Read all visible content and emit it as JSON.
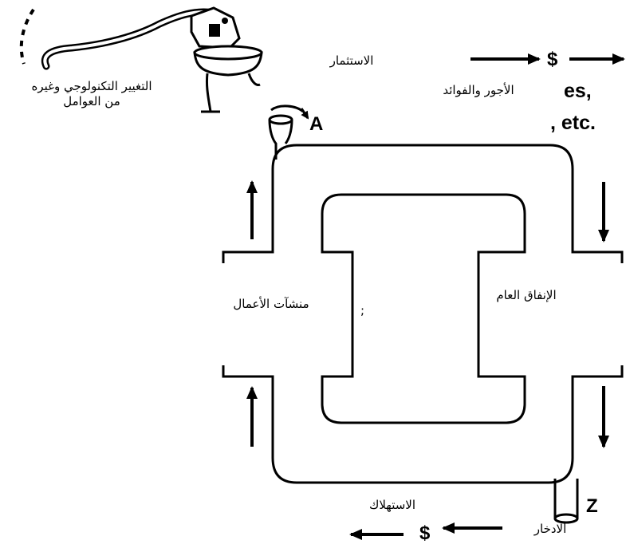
{
  "labels": {
    "tech_change_line1": "التغيير التكنولوجي وغيره",
    "tech_change_line2": "من العوامل",
    "investment": "الاستثمار",
    "wages_interest": "الأجور والفوائد",
    "wages_fragment": "es,",
    "etc_fragment": ", etc.",
    "business_firms": "منشآت الأعمال",
    "public_spending": "الإنفاق العام",
    "consumption": "الاستهلاك",
    "saving": "الادخار",
    "inlet": "A",
    "outlet": "Z",
    "dollar_top": "$",
    "dollar_bottom": "$",
    "center_mark": ";"
  },
  "icons": {
    "pump": "hand-pump-icon",
    "arrow": "arrow-icon"
  }
}
